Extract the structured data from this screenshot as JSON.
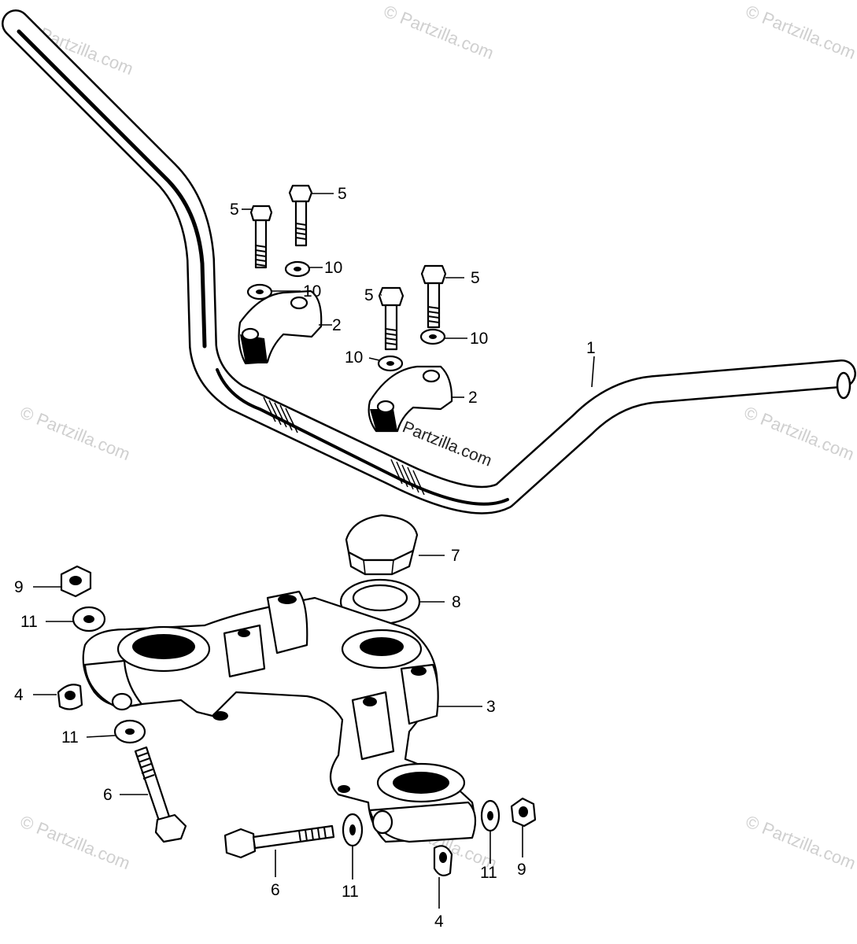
{
  "watermark": {
    "text": "© Partzilla.com"
  },
  "center_watermark": {
    "text": "Partzilla.com"
  },
  "callouts": {
    "c1": "1",
    "c2a": "2",
    "c2b": "2",
    "c3": "3",
    "c4a": "4",
    "c4b": "4",
    "c5a": "5",
    "c5b": "5",
    "c5c": "5",
    "c5d": "5",
    "c6a": "6",
    "c6b": "6",
    "c7": "7",
    "c8": "8",
    "c9a": "9",
    "c9b": "9",
    "c10a": "10",
    "c10b": "10",
    "c10c": "10",
    "c10d": "10",
    "c11a": "11",
    "c11b": "11",
    "c11c": "11",
    "c11d": "11"
  }
}
